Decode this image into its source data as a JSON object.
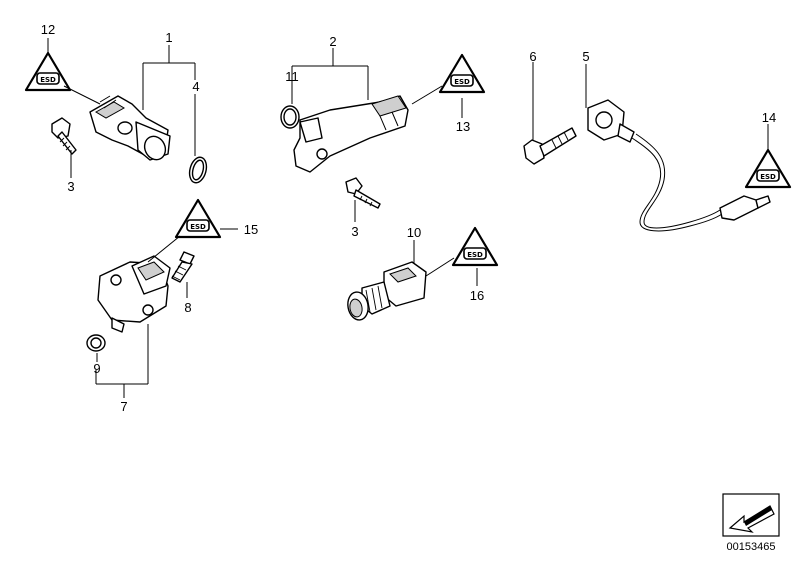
{
  "diagram": {
    "callouts": {
      "n1": "1",
      "n2": "2",
      "n3a": "3",
      "n3b": "3",
      "n4": "4",
      "n5": "5",
      "n6": "6",
      "n7": "7",
      "n8": "8",
      "n9": "9",
      "n10": "10",
      "n11": "11",
      "n12": "12",
      "n13": "13",
      "n14": "14",
      "n15": "15",
      "n16": "16"
    },
    "esd_symbol": "esd-warning-triangle-icon",
    "image_code": "00153465"
  }
}
